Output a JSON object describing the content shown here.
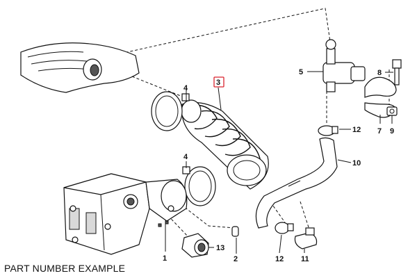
{
  "caption": "PART NUMBER EXAMPLE",
  "callouts": {
    "c1": "1",
    "c2": "2",
    "c3": "3",
    "c4a": "4",
    "c4b": "4",
    "c5": "5",
    "c7": "7",
    "c8": "8",
    "c9": "9",
    "c10": "10",
    "c11": "11",
    "c12a": "12",
    "c12b": "12",
    "c13": "13"
  },
  "highlight_color": "#d9232e"
}
